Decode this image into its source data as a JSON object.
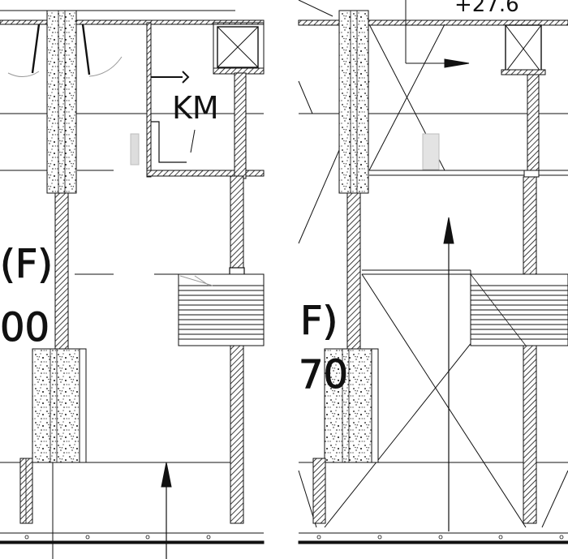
{
  "drawing": {
    "left_panel": {
      "room_tag": "KM",
      "grid_label": "(F)",
      "dimension_label": "00"
    },
    "right_panel": {
      "grid_label": "F)",
      "dimension_label": "70",
      "elevation_label": "+27.6"
    }
  },
  "colors": {
    "line": "#111111",
    "gray": "#bdbdbd",
    "background": "#ffffff"
  }
}
